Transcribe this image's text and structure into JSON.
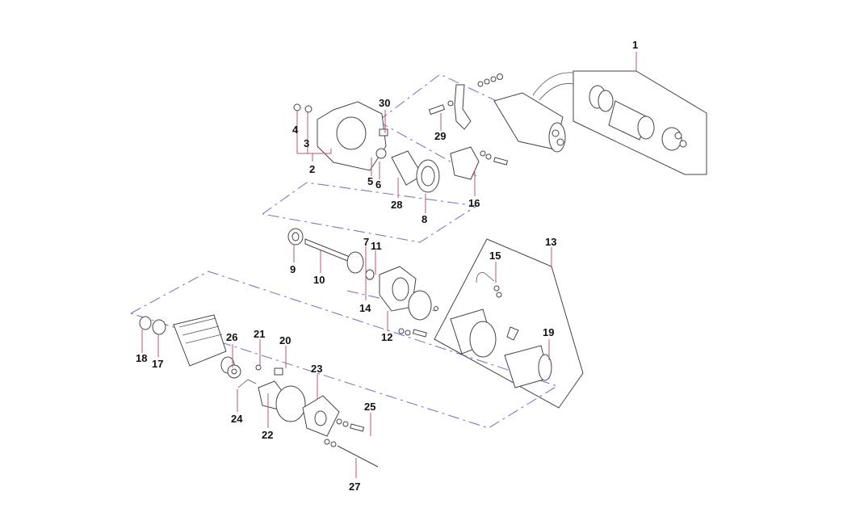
{
  "diagram": {
    "title": "Starter motor exploded view",
    "labels": {
      "p1": "1",
      "p2": "2",
      "p3": "3",
      "p4": "4",
      "p5": "5",
      "p6": "6",
      "p7": "7",
      "p8": "8",
      "p9": "9",
      "p10": "10",
      "p11": "11",
      "p12": "12",
      "p13": "13",
      "p14": "14",
      "p15": "15",
      "p16": "16",
      "p17": "17",
      "p18": "18",
      "p19": "19",
      "p20": "20",
      "p21": "21",
      "p22": "22",
      "p23": "23",
      "p24": "24",
      "p25": "25",
      "p26": "26",
      "p27": "27",
      "p28": "28",
      "p29": "29",
      "p30": "30"
    },
    "colors": {
      "leader": "#c0566a",
      "centerline": "#6c6fc4",
      "outline": "#444444"
    }
  }
}
